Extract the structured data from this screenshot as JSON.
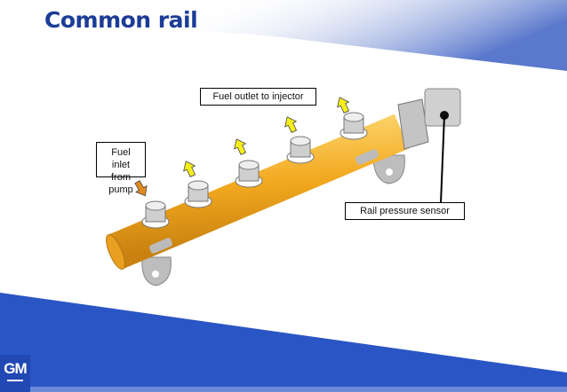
{
  "slide": {
    "title": "Common rail"
  },
  "labels": {
    "outlet": "Fuel outlet to injector",
    "inlet_line1": "Fuel inlet",
    "inlet_line2": "from pump",
    "sensor": "Rail pressure sensor"
  },
  "logo": {
    "text": "GM"
  },
  "colors": {
    "title": "#1c3c96",
    "rail": "#f2a81e",
    "outlet_arrow": "#f6ee1a",
    "inlet_arrow": "#e08a1e",
    "brand_blue": "#2248b4"
  }
}
